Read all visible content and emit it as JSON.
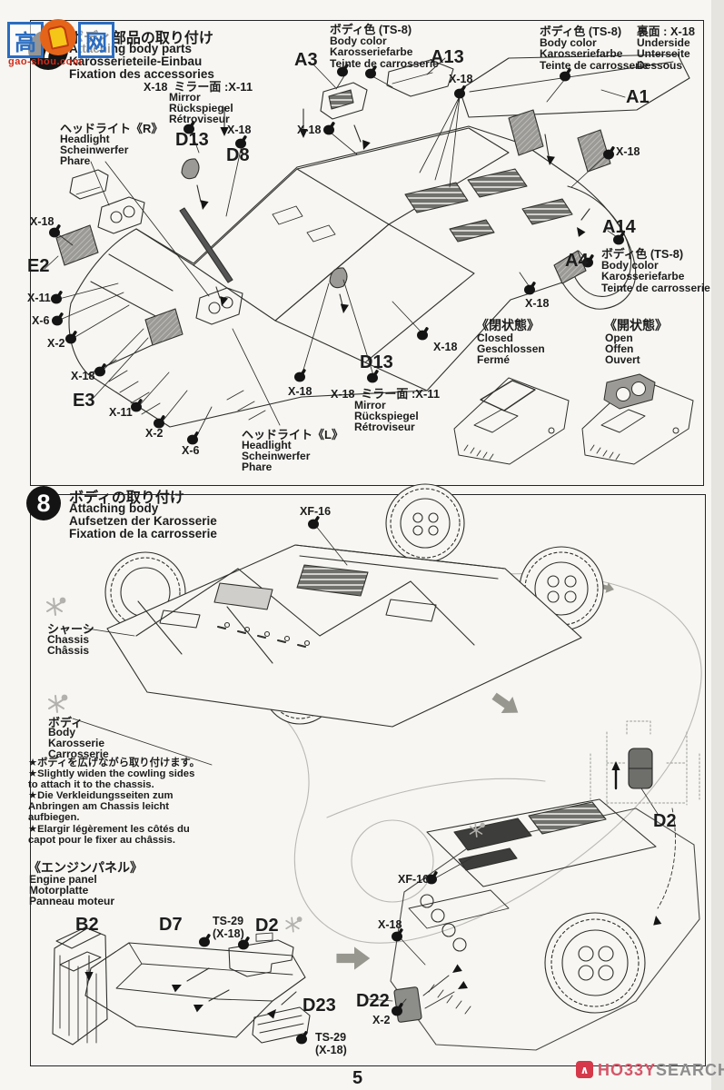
{
  "watermark": {
    "left_char": "高",
    "right_char": "网",
    "domain": "gao-shou.com"
  },
  "paint_codes": {
    "x18": "X-18",
    "x11": "X-11",
    "x6": "X-6",
    "x2": "X-2",
    "xf16": "XF-16",
    "ts29": "TS-29",
    "ts29_base": "(X-18)"
  },
  "body_color": {
    "ja": "ボディ色 (TS-8)",
    "en": "Body color",
    "de": "Karosseriefarbe",
    "fr": "Teinte de carrosserie"
  },
  "mirror_note": {
    "prefix": "X-18",
    "face_ja": "ミラー面 :X-11",
    "en": "Mirror",
    "de": "Rückspiegel",
    "fr": "Rétroviseur"
  },
  "headlight": {
    "ja_r": "ヘッドライト《R》",
    "ja_l": "ヘッドライト《L》",
    "en": "Headlight",
    "de": "Scheinwerfer",
    "fr": "Phare"
  },
  "step7": {
    "badge": "7",
    "title": {
      "ja": "ボディ部品の取り付け",
      "en": "Attaching body parts",
      "de": "Karosserieteile-Einbau",
      "fr": "Fixation des accessories"
    },
    "underside": {
      "ja": "裏面 : X-18",
      "en": "Underside",
      "de": "Unterseite",
      "fr": "Dessous"
    },
    "closed": {
      "ja": "《閉状態》",
      "en": "Closed",
      "de": "Geschlossen",
      "fr": "Fermé"
    },
    "open": {
      "ja": "《開状態》",
      "en": "Open",
      "de": "Offen",
      "fr": "Ouvert"
    },
    "parts": {
      "a3": "A3",
      "a13": "A13",
      "a1": "A1",
      "a14": "A14",
      "a4": "A4",
      "d13": "D13",
      "d8": "D8",
      "e2": "E2",
      "e3": "E3"
    }
  },
  "step8": {
    "badge": "8",
    "title": {
      "ja": "ボディの取り付け",
      "en": "Attaching body",
      "de": "Aufsetzen der Karosserie",
      "fr": "Fixation de la carrosserie"
    },
    "chassis": {
      "ja": "シャーシ",
      "en": "Chassis",
      "fr": "Châssis"
    },
    "body": {
      "ja": "ボディ",
      "en": "Body",
      "de": "Karosserie",
      "fr": "Carrosserie"
    },
    "note": {
      "ja": "★ボディを広げながら取り付けます。",
      "en1": "★Slightly widen the cowling sides",
      "en2": "to attach it to the chassis.",
      "de1": "★Die Verkleidungsseiten zum",
      "de2": "Anbringen am Chassis leicht",
      "de3": "aufbiegen.",
      "fr1": "★Elargir légèrement les côtés du",
      "fr2": "capot pour le fixer au châssis."
    },
    "engine_panel": {
      "ja": "《エンジンパネル》",
      "en": "Engine panel",
      "de": "Motorplatte",
      "fr": "Panneau moteur"
    },
    "parts": {
      "b2": "B2",
      "d7": "D7",
      "d2": "D2",
      "d23": "D23",
      "d22": "D22"
    }
  },
  "footer": {
    "page_number": "5",
    "logo_red": "HO33Y",
    "logo_gray": "SEARCH"
  }
}
